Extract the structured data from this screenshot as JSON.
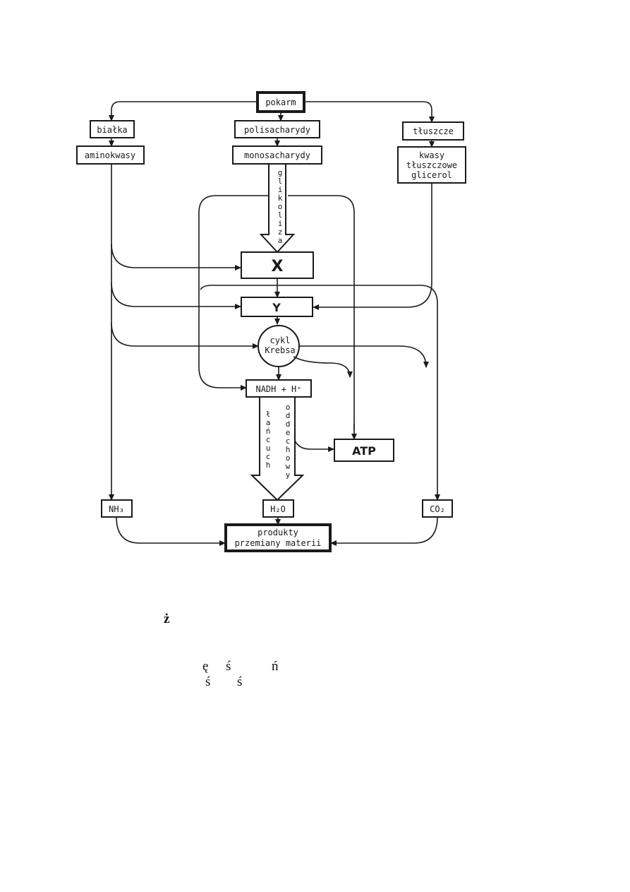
{
  "diagram": {
    "nodes": {
      "pokarm": "pokarm",
      "bialka": "białka",
      "polisacharydy": "polisacharydy",
      "tluszcze": "tłuszcze",
      "aminokwasy": "aminokwasy",
      "monosacharydy": "monosacharydy",
      "kwasy_line1": "kwasy",
      "kwasy_line2": "tłuszczowe",
      "kwasy_line3": "glicerol",
      "x": "X",
      "y": "Y",
      "krebs_line1": "cykl",
      "krebs_line2": "Krebsa",
      "nadh": "NADH + H⁺",
      "atp": "ATP",
      "nh3": "NH₃",
      "h2o": "H₂O",
      "co2": "CO₂",
      "produkty_line1": "produkty",
      "produkty_line2": "przemiany materii"
    },
    "vertical_labels": {
      "glikoliza": "glikoliza",
      "lancuch": "łańcuch",
      "oddechowy": "oddechowy"
    }
  },
  "text_fragments": {
    "f1": "ż",
    "f2": "ę",
    "f3": "ś",
    "f4": "ń",
    "f5": "ś",
    "f6": "ś"
  }
}
